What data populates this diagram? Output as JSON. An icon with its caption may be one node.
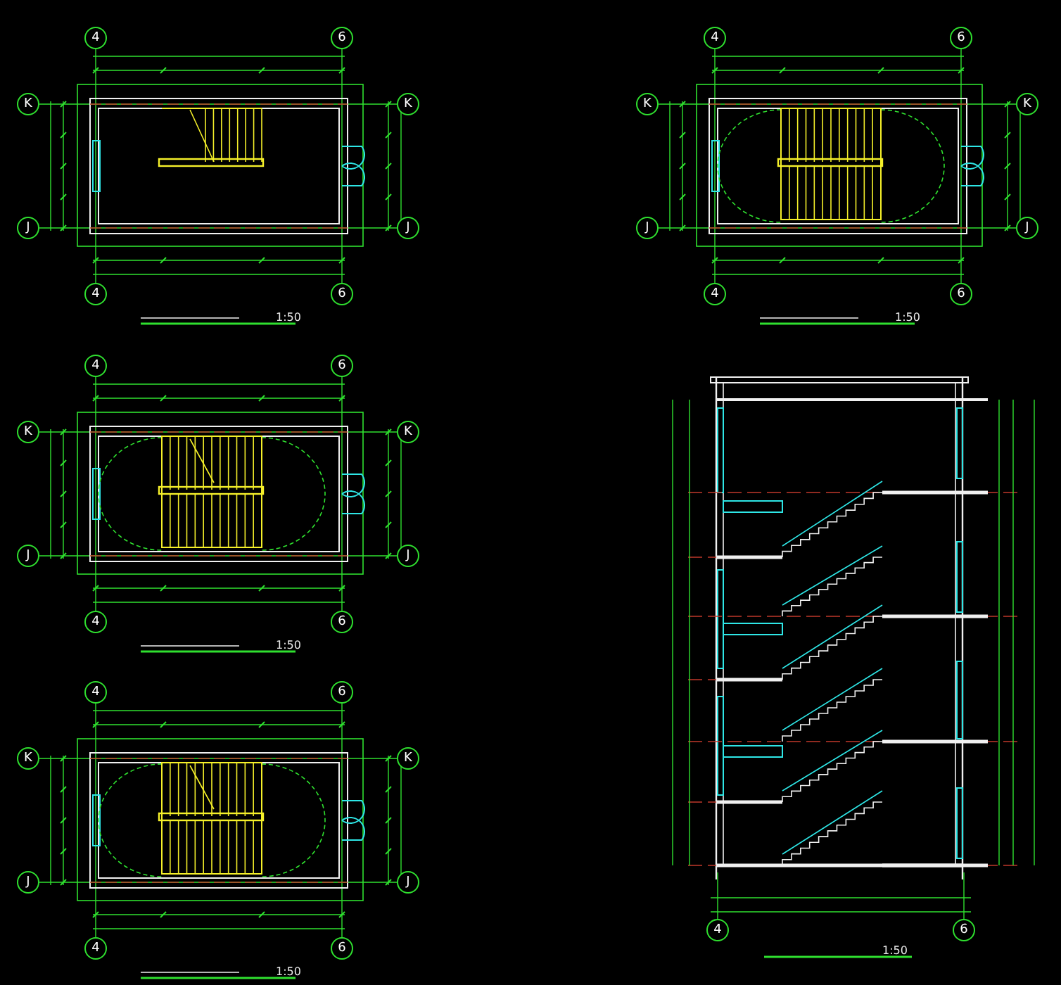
{
  "diagram": {
    "labels": [
      "4",
      "6",
      "K",
      "K",
      "J",
      "J",
      "4",
      "6",
      "1:50",
      "4",
      "6",
      "K",
      "K",
      "J",
      "J",
      "4",
      "6",
      "1:50",
      "4",
      "6",
      "K",
      "K",
      "J",
      "J",
      "4",
      "6",
      "1:50",
      "4",
      "6",
      "K",
      "K",
      "J",
      "J",
      "4",
      "6",
      "1:50",
      "4",
      "6",
      "1:50"
    ]
  }
}
